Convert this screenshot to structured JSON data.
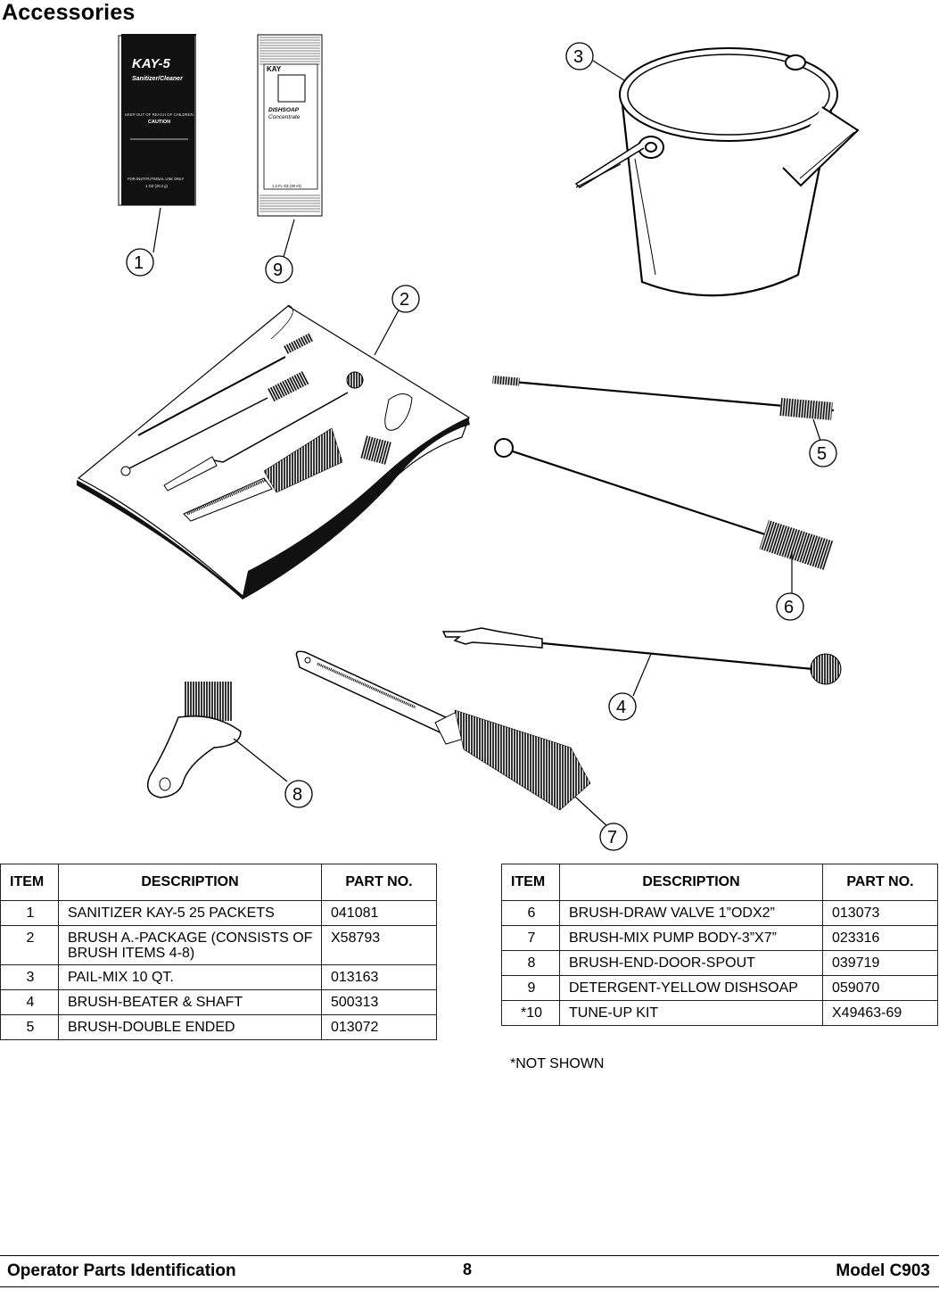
{
  "page": {
    "title": "Accessories",
    "footer_left": "Operator Parts Identification",
    "page_number": "8",
    "footer_right": "Model C903"
  },
  "figure": {
    "callouts": [
      "1",
      "2",
      "3",
      "4",
      "5",
      "6",
      "7",
      "8",
      "9"
    ],
    "packet_kay5": {
      "brand": "KAY-5",
      "sub": "Sanitizer/Cleaner",
      "warning": "KEEP OUT OF REACH OF CHILDREN",
      "caution": "CAUTION",
      "institutional": "FOR INSTITUTIONAL USE ONLY",
      "weight": "1 OZ (28.4 g)"
    },
    "packet_dishsoap": {
      "brand": "KAY",
      "name1": "DISHSOAP",
      "name2": "Concentrate",
      "volume": "1.3 FL OZ (38 ml)"
    }
  },
  "tables": {
    "headers": [
      "ITEM",
      "DESCRIPTION",
      "PART NO."
    ],
    "left_rows": [
      {
        "item": "1",
        "desc": "SANITIZER KAY-5 25 PACKETS",
        "part": "041081"
      },
      {
        "item": "2",
        "desc": "BRUSH A.-PACKAGE (CONSISTS OF BRUSH ITEMS 4-8)",
        "part": "X58793"
      },
      {
        "item": "3",
        "desc": "PAIL-MIX 10 QT.",
        "part": "013163"
      },
      {
        "item": "4",
        "desc": "BRUSH-BEATER & SHAFT",
        "part": "500313"
      },
      {
        "item": "5",
        "desc": "BRUSH-DOUBLE ENDED",
        "part": "013072"
      }
    ],
    "right_rows": [
      {
        "item": "6",
        "desc": "BRUSH-DRAW VALVE 1”ODX2”",
        "part": "013073"
      },
      {
        "item": "7",
        "desc": "BRUSH-MIX PUMP BODY-3”X7”",
        "part": "023316"
      },
      {
        "item": "8",
        "desc": "BRUSH-END-DOOR-SPOUT",
        "part": "039719"
      },
      {
        "item": "9",
        "desc": "DETERGENT-YELLOW DISHSOAP",
        "part": "059070"
      },
      {
        "item": "*10",
        "desc": "TUNE-UP KIT",
        "part": "X49463-69"
      }
    ],
    "note": "*NOT SHOWN"
  }
}
